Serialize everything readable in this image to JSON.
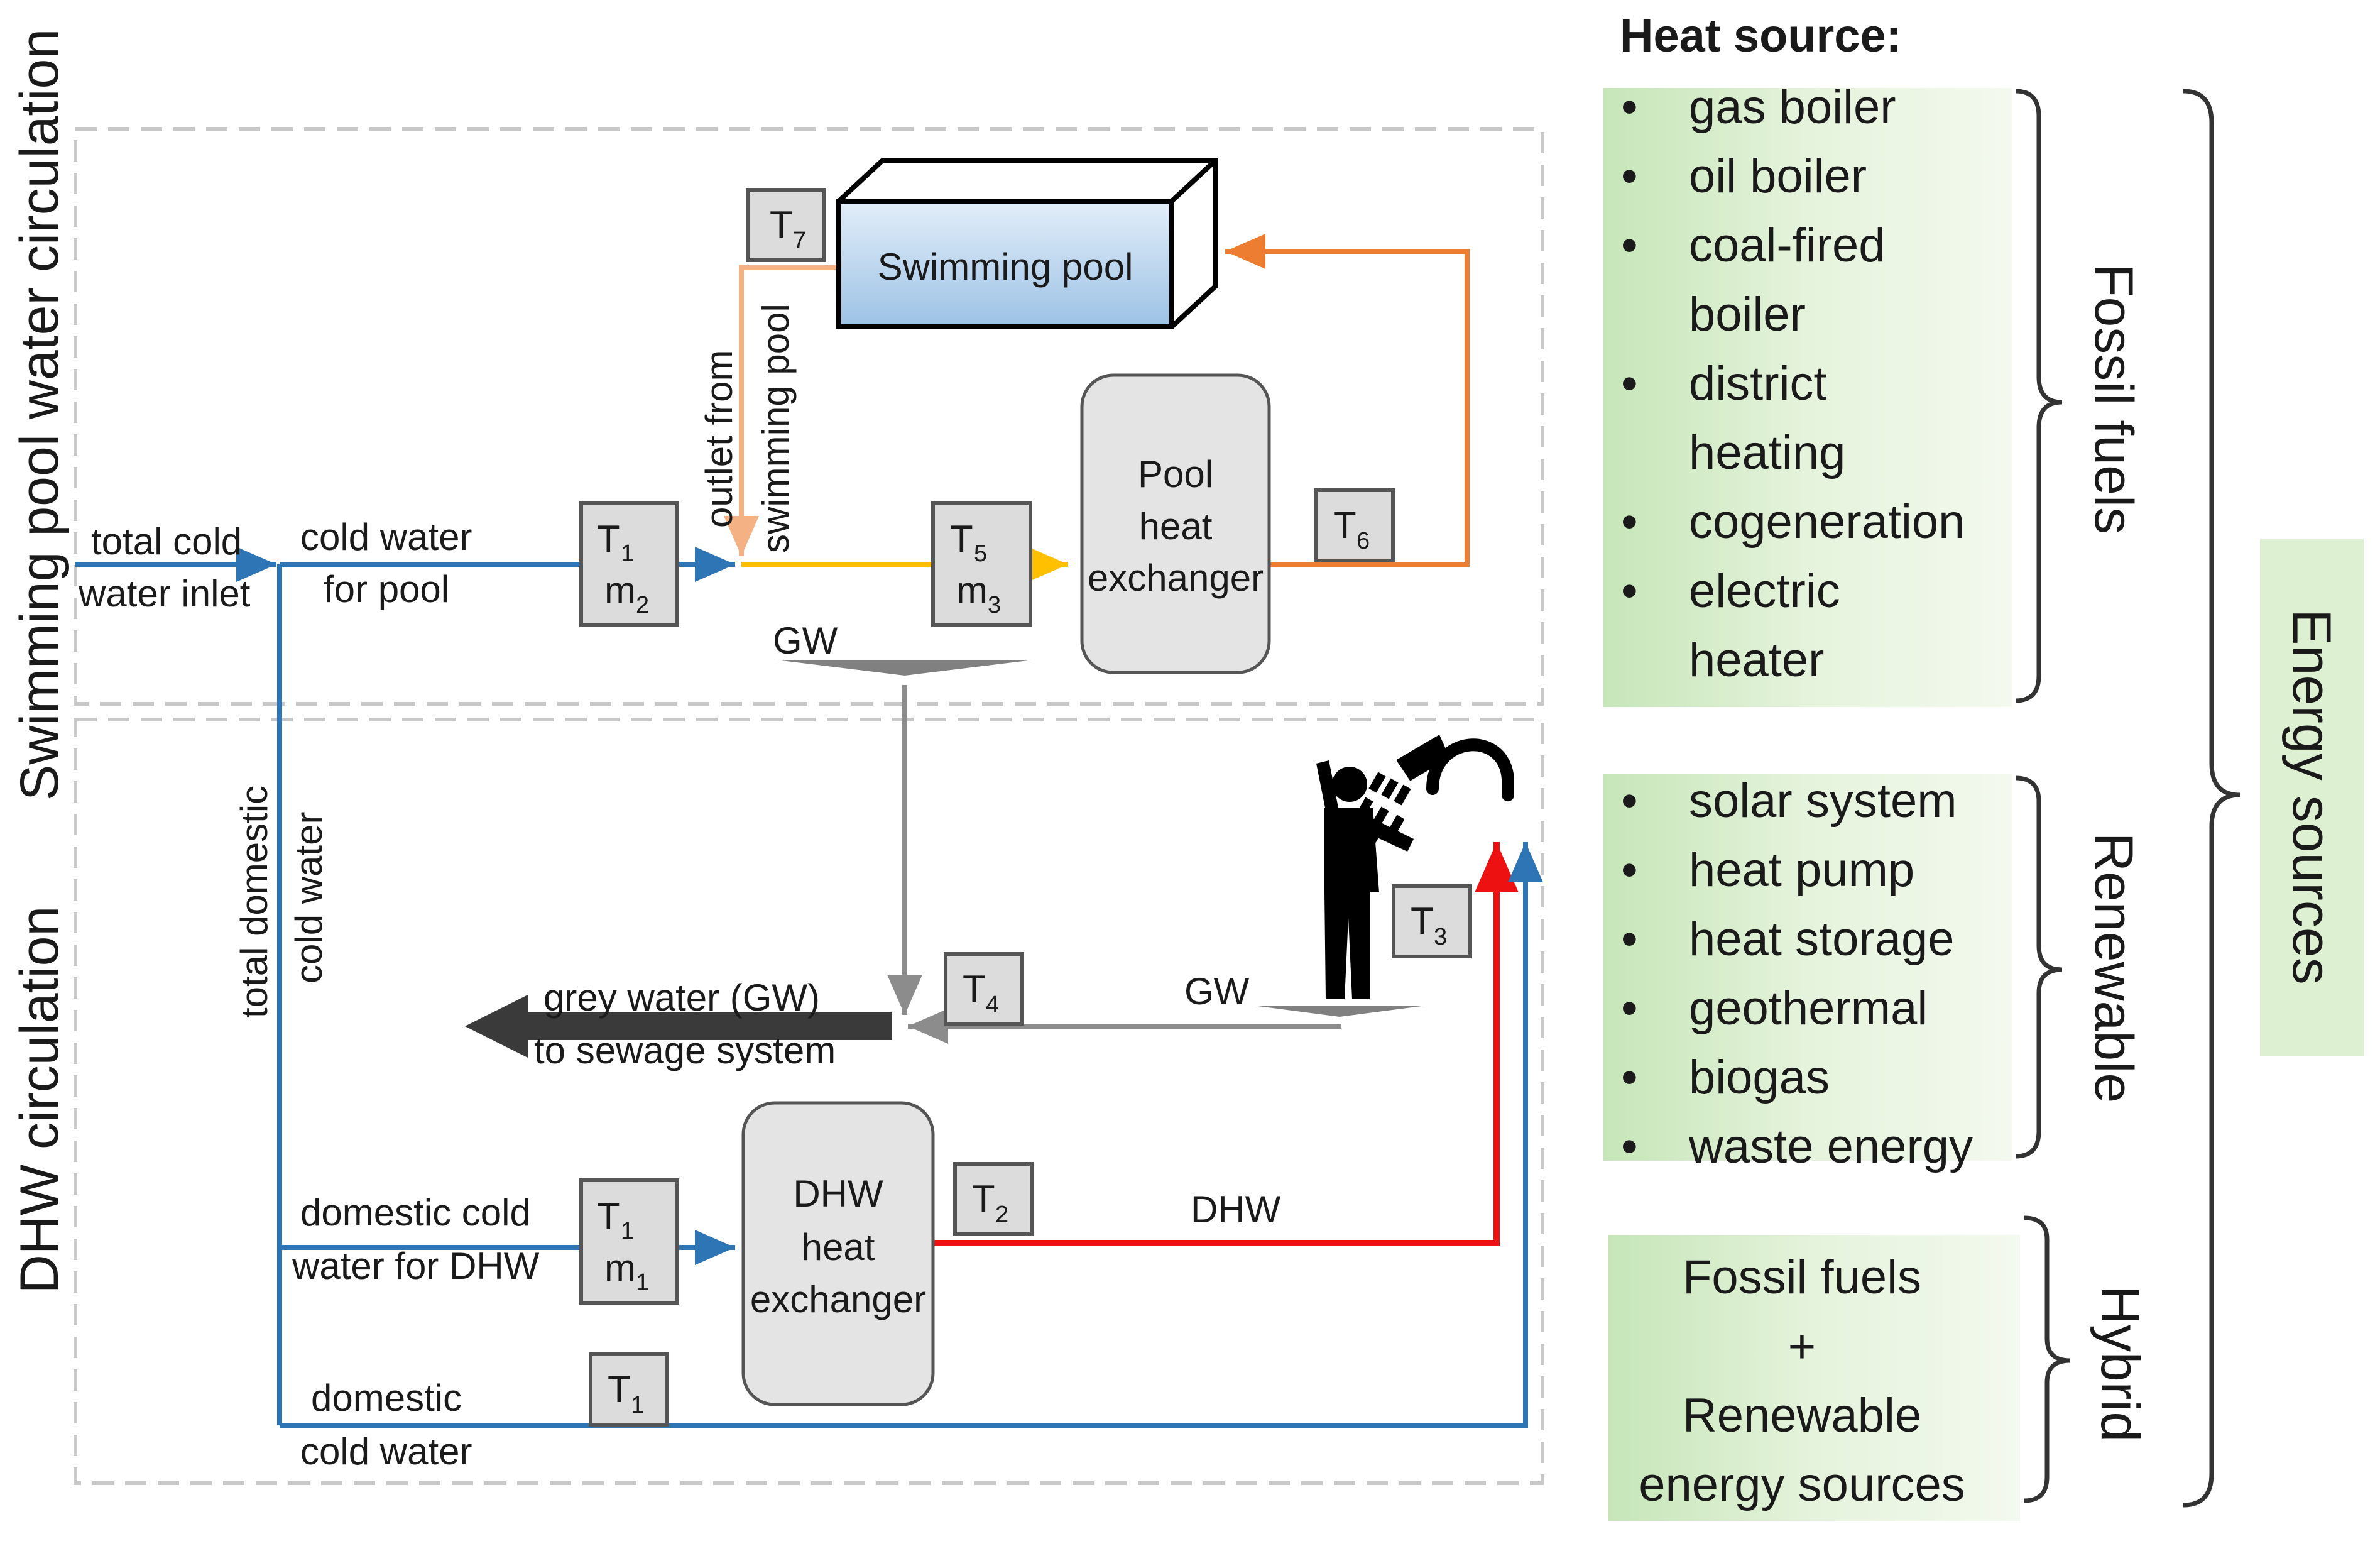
{
  "sections": {
    "pool_circulation": "Swimming pool water circulation",
    "dhw_circulation": "DHW circulation"
  },
  "components": {
    "swimming_pool": "Swimming pool",
    "pool_hx": [
      "Pool",
      "heat",
      "exchanger"
    ],
    "dhw_hx": [
      "DHW",
      "heat",
      "exchanger"
    ]
  },
  "flows": {
    "total_cold_inlet": [
      "total cold",
      "water inlet"
    ],
    "cold_water_pool": [
      "cold water",
      "for pool"
    ],
    "outlet_pool": [
      "outlet   from",
      "swimming pool"
    ],
    "total_domestic_cold": [
      "total domestic",
      "cold water"
    ],
    "grey_water": [
      "grey water (GW)",
      "to sewage system"
    ],
    "gw_pool": "GW",
    "gw_shower": "GW",
    "domestic_cold_dhw": [
      "domestic cold",
      "water for DHW"
    ],
    "domestic_cold": [
      "domestic",
      "cold water"
    ],
    "dhw": "DHW"
  },
  "sensors": {
    "T": "T",
    "m": "m",
    "t1": "1",
    "t2": "2",
    "t3": "3",
    "t4": "4",
    "t5": "5",
    "t6": "6",
    "t7": "7",
    "m1": "1",
    "m2": "2",
    "m3": "3"
  },
  "heat_source": {
    "title": "Heat source:",
    "fossil": [
      "gas boiler",
      "oil boiler",
      "coal-fired",
      "boiler",
      "district",
      "heating",
      "cogeneration",
      "electric",
      "heater"
    ],
    "fossil_bullets": [
      true,
      true,
      true,
      false,
      true,
      false,
      true,
      true,
      false
    ],
    "renewable": [
      "solar system",
      "heat pump",
      "heat storage",
      "geothermal",
      "biogas",
      "waste energy"
    ],
    "hybrid": [
      "Fossil fuels",
      "+",
      "Renewable",
      "energy sources"
    ],
    "brace_labels": {
      "fossil": "Fossil fuels",
      "renewable": "Renewable",
      "hybrid": "Hybrid"
    },
    "energy_sources": "Energy  sources",
    "bullet": "•"
  },
  "colors": {
    "cold": "#2e75b6",
    "yellow": "#ffc000",
    "orange": "#ed7d31",
    "light_orange": "#f4b183",
    "grey": "#8c8c8c",
    "dark": "#3a3a3a",
    "red": "#ee1111",
    "green_box": "#e2efd9"
  }
}
